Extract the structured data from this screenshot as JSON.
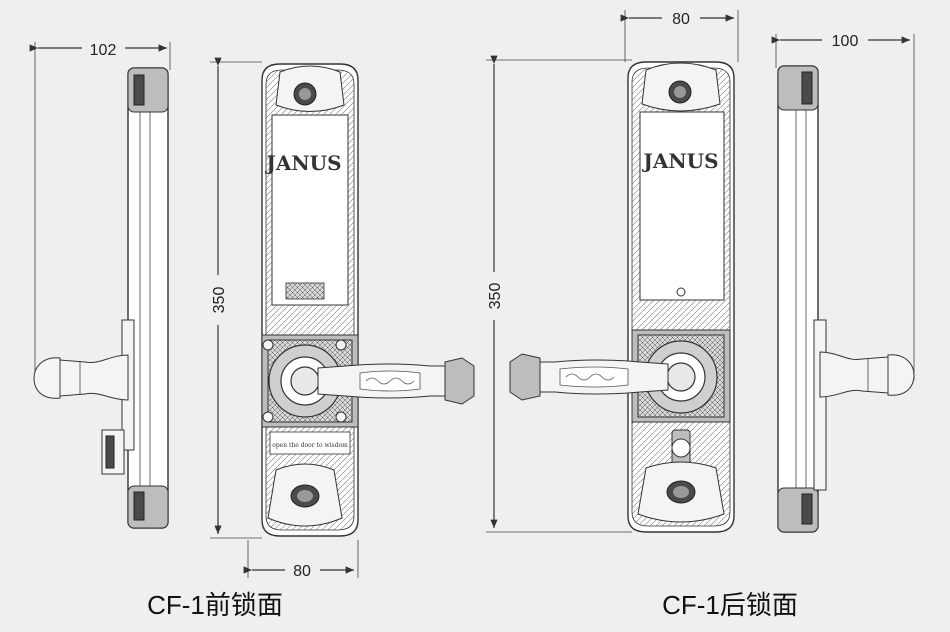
{
  "dimensions": {
    "left_side_depth": "102",
    "front_height": "350",
    "front_width": "80",
    "back_height": "350",
    "back_width": "80",
    "right_side_depth": "100"
  },
  "brand": {
    "front_logo": "JANUS",
    "back_logo": "JANUS",
    "front_motto": "open the door to wisdom"
  },
  "captions": {
    "front": "CF-1前锁面",
    "back": "CF-1后锁面"
  }
}
